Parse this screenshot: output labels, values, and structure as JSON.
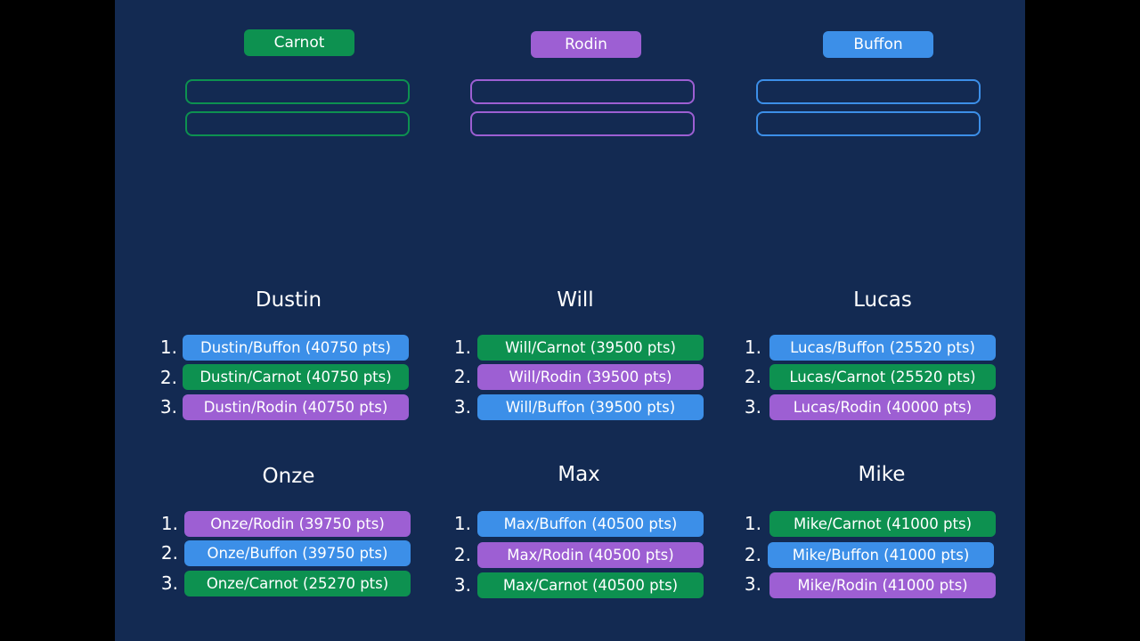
{
  "colors": {
    "Carnot": "#0d9150",
    "Rodin": "#9d5fd3",
    "Buffon": "#3c8fe8"
  },
  "teams": [
    {
      "name": "Carnot"
    },
    {
      "name": "Rodin"
    },
    {
      "name": "Buffon"
    }
  ],
  "players": [
    {
      "name": "Dustin",
      "ranks": [
        {
          "num": "1.",
          "team": "Buffon",
          "text": "Dustin/Buffon (40750 pts)"
        },
        {
          "num": "2.",
          "team": "Carnot",
          "text": "Dustin/Carnot (40750 pts)"
        },
        {
          "num": "3.",
          "team": "Rodin",
          "text": "Dustin/Rodin (40750 pts)"
        }
      ]
    },
    {
      "name": "Will",
      "ranks": [
        {
          "num": "1.",
          "team": "Carnot",
          "text": "Will/Carnot (39500 pts)"
        },
        {
          "num": "2.",
          "team": "Rodin",
          "text": "Will/Rodin (39500 pts)"
        },
        {
          "num": "3.",
          "team": "Buffon",
          "text": "Will/Buffon (39500 pts)"
        }
      ]
    },
    {
      "name": "Lucas",
      "ranks": [
        {
          "num": "1.",
          "team": "Buffon",
          "text": "Lucas/Buffon (25520 pts)"
        },
        {
          "num": "2.",
          "team": "Carnot",
          "text": "Lucas/Carnot (25520 pts)"
        },
        {
          "num": "3.",
          "team": "Rodin",
          "text": "Lucas/Rodin (40000 pts)"
        }
      ]
    },
    {
      "name": "Onze",
      "ranks": [
        {
          "num": "1.",
          "team": "Rodin",
          "text": "Onze/Rodin (39750 pts)"
        },
        {
          "num": "2.",
          "team": "Buffon",
          "text": "Onze/Buffon (39750 pts)"
        },
        {
          "num": "3.",
          "team": "Carnot",
          "text": "Onze/Carnot (25270 pts)"
        }
      ]
    },
    {
      "name": "Max",
      "ranks": [
        {
          "num": "1.",
          "team": "Buffon",
          "text": "Max/Buffon (40500 pts)"
        },
        {
          "num": "2.",
          "team": "Rodin",
          "text": "Max/Rodin (40500 pts)"
        },
        {
          "num": "3.",
          "team": "Carnot",
          "text": "Max/Carnot (40500 pts)"
        }
      ]
    },
    {
      "name": "Mike",
      "ranks": [
        {
          "num": "1.",
          "team": "Carnot",
          "text": "Mike/Carnot (41000 pts)"
        },
        {
          "num": "2.",
          "team": "Buffon",
          "text": "Mike/Buffon (41000 pts)"
        },
        {
          "num": "3.",
          "team": "Rodin",
          "text": "Mike/Rodin (41000 pts)"
        }
      ]
    }
  ]
}
